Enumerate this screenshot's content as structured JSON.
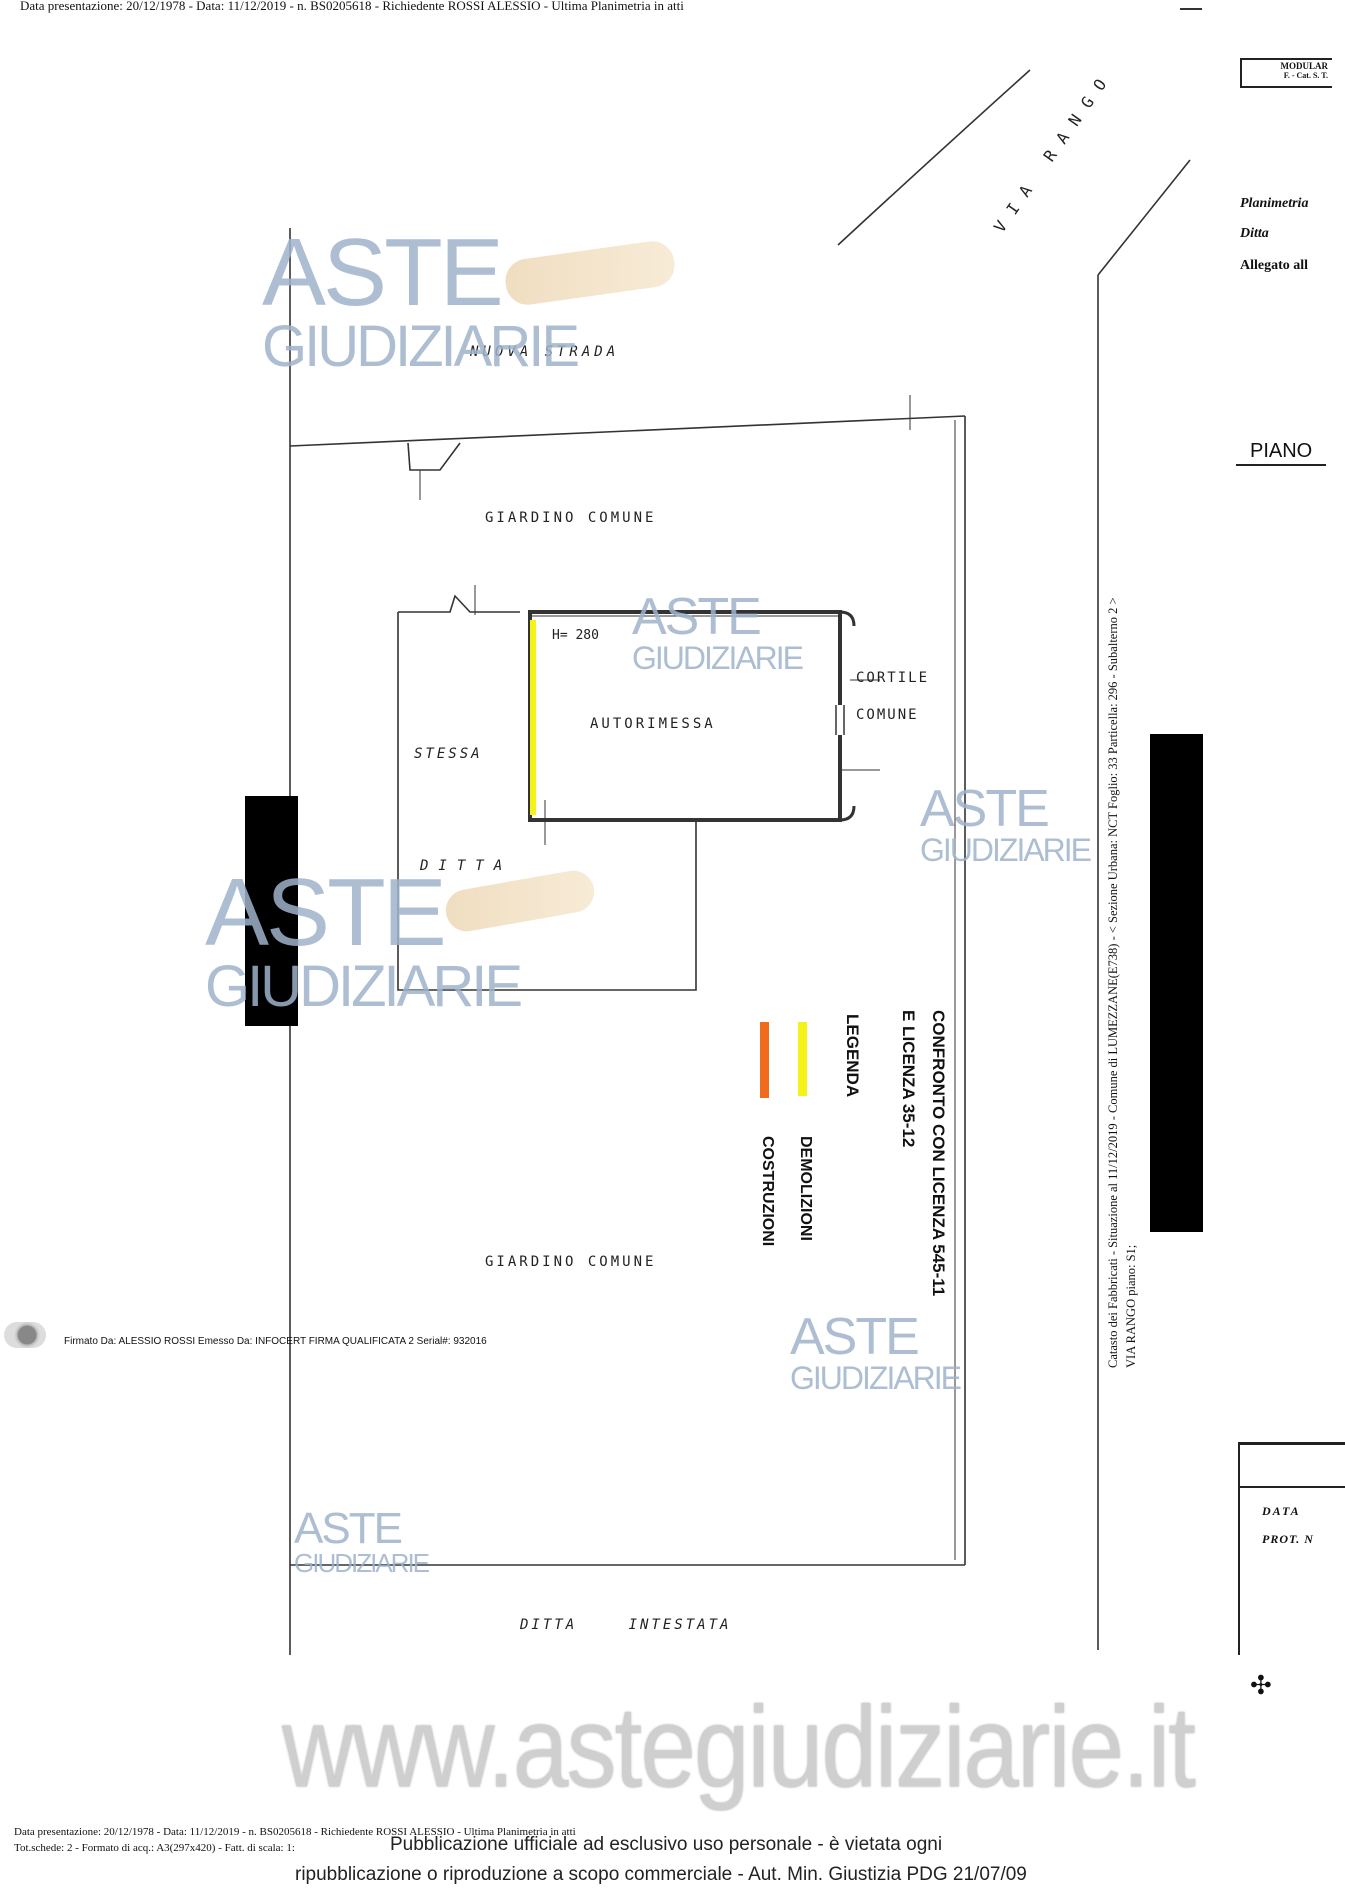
{
  "header": {
    "line": "Data presentazione: 20/12/1978 - Data: 11/12/2019 - n. BS0205618 - Richiedente ROSSI ALESSIO - Ultima Planimetria in atti"
  },
  "top_right_box": {
    "line1": "MODULAR",
    "line2": "F. - Cat. S. T."
  },
  "right_margin": {
    "planimetria": "Planimetria",
    "ditta": "Ditta",
    "allegato": "Allegato all",
    "piano": "PIANO",
    "data": "DATA",
    "prot": "PROT. N"
  },
  "plan": {
    "via_rango": "VIA RANGO",
    "nuova_strada": "NUOVA STRADA",
    "giardino_comune_top": "GIARDINO COMUNE",
    "height": "H= 280",
    "autorimessa": "AUTORIMESSA",
    "cortile": "CORTILE",
    "comune": "COMUNE",
    "stessa": "STESSA",
    "ditta": "DITTA",
    "giardino_comune_bottom": "GIARDINO COMUNE",
    "ditta_intestata": "DITTA INTESTATA"
  },
  "legend": {
    "title_line1": "CONFRONTO CON LICENZA 545-11",
    "title_line2": "E LICENZA 35-12",
    "legend_label": "LEGENDA",
    "demolizioni": "DEMOLIZIONI",
    "costruzioni": "COSTRUZIONI",
    "demolizioni_color": "#f5f21a",
    "costruzioni_color": "#f26a1b"
  },
  "cadastre_side": {
    "line1": "Catasto dei Fabbricati - Situazione al 11/12/2019 - Comune di LUMEZZANE(E738) - < Sezione Urbana: NCT Foglio: 33 Particella: 296 - Subalterno 2 >",
    "line2": "VIA RANGO piano: S1;"
  },
  "signature": {
    "text": "Firmato Da: ALESSIO ROSSI Emesso Da: INFOCERT FIRMA QUALIFICATA 2 Serial#: 932016"
  },
  "watermarks": {
    "aste": "ASTE",
    "giudiziarie": "GIUDIZIARIE",
    "url": "www.astegiudiziarie.it"
  },
  "footer": {
    "line1": "Data presentazione: 20/12/1978 - Data: 11/12/2019 - n. BS0205618 - Richiedente ROSSI ALESSIO - Ultima Planimetria in atti",
    "line2_prefix": "Tot.schede: 2 - Formato di acq.: A3(297x420) - Fatt. di scala: 1:",
    "notice_line1": "Pubblicazione ufficiale ad esclusivo uso personale - è vietata ogni",
    "notice_line2": "ripubblicazione o riproduzione a scopo commerciale - Aut. Min. Giustizia PDG 21/07/09"
  }
}
